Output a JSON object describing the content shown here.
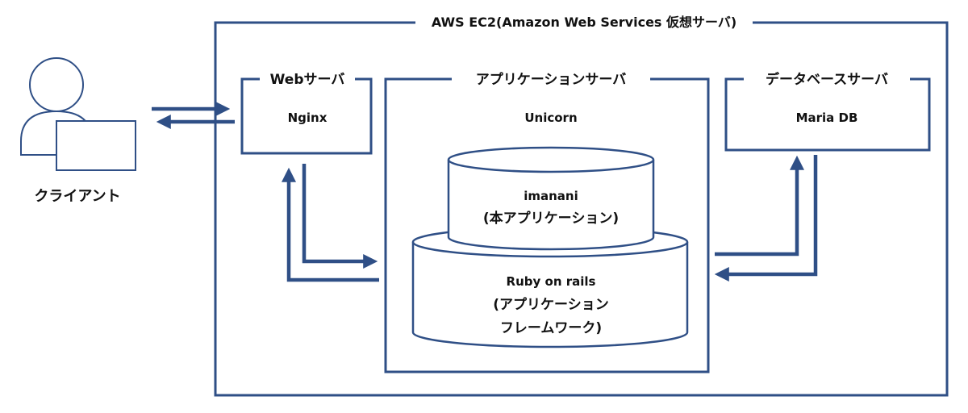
{
  "colors": {
    "frame": "#2f4f86",
    "text": "#111111",
    "background": "#ffffff"
  },
  "aws": {
    "title": "AWS EC2(Amazon Web Services 仮想サーバ)"
  },
  "client": {
    "label": "クライアント",
    "icon": "user-with-laptop-icon"
  },
  "web_server": {
    "title": "Webサーバ",
    "software": "Nginx"
  },
  "app_server": {
    "title": "アプリケーションサーバ",
    "software": "Unicorn",
    "app": {
      "name": "imanani",
      "desc": "(本アプリケーション)"
    },
    "framework": {
      "name": "Ruby on rails",
      "desc_line1": "(アプリケーション",
      "desc_line2": "フレームワーク)"
    }
  },
  "db_server": {
    "title": "データベースサーバ",
    "software": "Maria DB"
  }
}
